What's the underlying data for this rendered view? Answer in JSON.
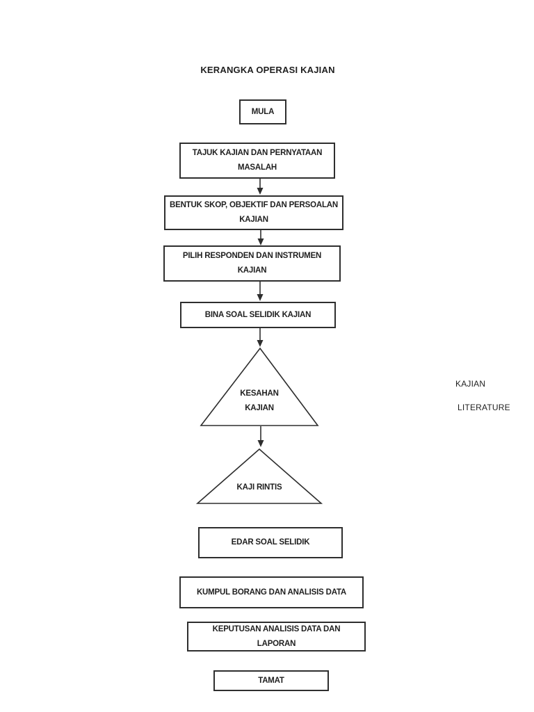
{
  "title": "KERANGKA OPERASI KAJIAN",
  "nodes": {
    "mula": {
      "label": "MULA"
    },
    "tajuk": {
      "line1": "TAJUK KAJIAN DAN PERNYATAAN",
      "line2": "MASALAH"
    },
    "bentuk": {
      "line1": "BENTUK SKOP, OBJEKTIF DAN PERSOALAN",
      "line2": "KAJIAN"
    },
    "pilih": {
      "line1": "PILIH RESPONDEN DAN INSTRUMEN",
      "line2": "KAJIAN"
    },
    "bina": {
      "label": "BINA SOAL SELIDIK KAJIAN"
    },
    "kesahan": {
      "line1": "KESAHAN",
      "line2": "KAJIAN"
    },
    "kaji_rintis": {
      "label": "KAJI RINTIS"
    },
    "edar": {
      "label": "EDAR SOAL SELIDIK"
    },
    "kumpul": {
      "label": "KUMPUL BORANG DAN ANALISIS DATA"
    },
    "keputusan": {
      "line1": "KEPUTUSAN ANALISIS DATA DAN",
      "line2": "LAPORAN"
    },
    "tamat": {
      "label": "TAMAT"
    }
  },
  "side_labels": {
    "kajian": "KAJIAN",
    "literature": "LITERATURE"
  },
  "colors": {
    "line": "#2e2e2e",
    "text": "#1f1f1f",
    "background": "#ffffff"
  }
}
